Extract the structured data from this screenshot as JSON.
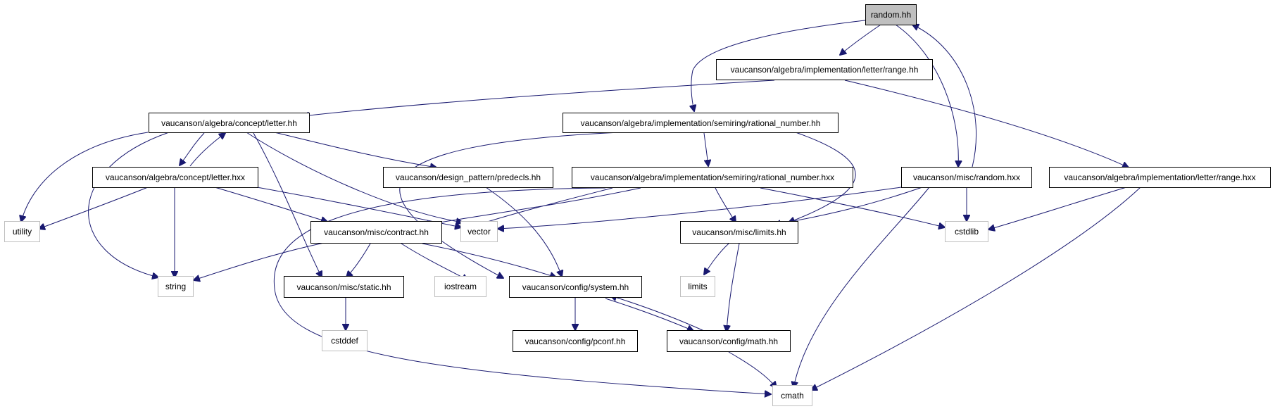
{
  "graph": {
    "root": "random.hh",
    "nodes": {
      "random_hh": "random.hh",
      "range_hh": "vaucanson/algebra/implementation/letter/range.hh",
      "letter_hh": "vaucanson/algebra/concept/letter.hh",
      "rational_number_hh": "vaucanson/algebra/implementation/semiring/rational_number.hh",
      "letter_hxx": "vaucanson/algebra/concept/letter.hxx",
      "predecls_hh": "vaucanson/design_pattern/predecls.hh",
      "rational_number_hxx": "vaucanson/algebra/implementation/semiring/rational_number.hxx",
      "random_hxx": "vaucanson/misc/random.hxx",
      "range_hxx": "vaucanson/algebra/implementation/letter/range.hxx",
      "utility": "utility",
      "contract_hh": "vaucanson/misc/contract.hh",
      "vector": "vector",
      "limits_hh": "vaucanson/misc/limits.hh",
      "cstdlib": "cstdlib",
      "string": "string",
      "static_hh": "vaucanson/misc/static.hh",
      "iostream": "iostream",
      "system_hh": "vaucanson/config/system.hh",
      "limits": "limits",
      "cstddef": "cstddef",
      "pconf_hh": "vaucanson/config/pconf.hh",
      "math_hh": "vaucanson/config/math.hh",
      "cmath": "cmath"
    },
    "colors": {
      "edge": "#191970",
      "root_fill": "#bfbfbf",
      "node_border": "#000000",
      "system_border": "#bfbfbf"
    }
  }
}
